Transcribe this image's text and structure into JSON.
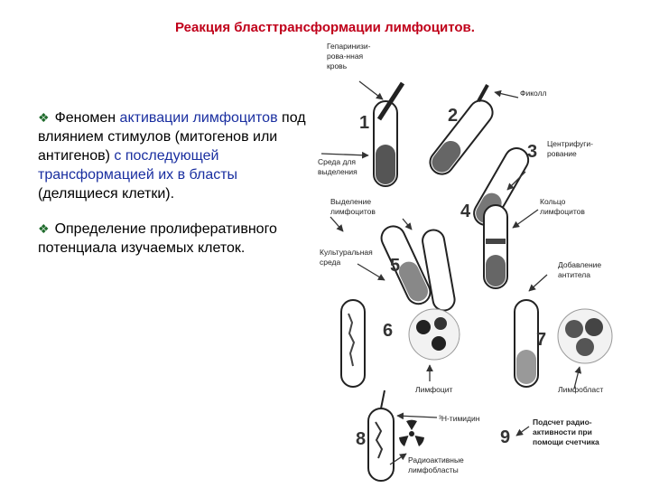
{
  "title": "Реакция бласттрансформации лимфоцитов.",
  "bullets": [
    {
      "parts": [
        {
          "text": "Феномен ",
          "hl": false
        },
        {
          "text": "активации лимфоцитов",
          "hl": true
        },
        {
          "text": " под влиянием стимулов (митогенов или антигенов) ",
          "hl": false
        },
        {
          "text": "с последующей трансформацией их в бласты",
          "hl": true
        },
        {
          "text": " (делящиеся клетки).",
          "hl": false
        }
      ]
    },
    {
      "parts": [
        {
          "text": "Определение пролиферативного потенциала изучаемых клеток.",
          "hl": false
        }
      ]
    }
  ],
  "diagram": {
    "labels": {
      "heparin": [
        "Гепаринизи-",
        "рова-нная",
        "кровь"
      ],
      "ficoll": "Фиколл",
      "medium": [
        "Среда для",
        "выделения"
      ],
      "centrifuge": [
        "Центрифуги-",
        "рование"
      ],
      "isolation": [
        "Выделение",
        "лимфоцитов"
      ],
      "ring": [
        "Кольцо",
        "лимфоцитов"
      ],
      "culture": [
        "Культуральная",
        "среда"
      ],
      "antigen": [
        "Добавление",
        "антитела"
      ],
      "lymphocyte": "Лимфоцит",
      "lymphoblast": "Лимфобласт",
      "thymidine": "³H-тимидин",
      "radioactive": [
        "Радиоактивные",
        "лимфобласты"
      ],
      "counter": [
        "Подсчет радио-",
        "активности при",
        "помощи счетчика"
      ]
    },
    "steps": [
      "1",
      "2",
      "3",
      "4",
      "5",
      "6",
      "7",
      "8",
      "9"
    ]
  }
}
